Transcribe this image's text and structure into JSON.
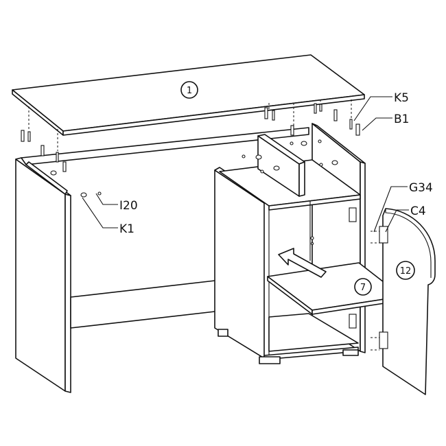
{
  "parts": {
    "top_panel": "1",
    "shelf": "7",
    "door": "12"
  },
  "hardware": {
    "k5": "K5",
    "b1": "B1",
    "i20": "I20",
    "k1": "K1",
    "g34": "G34",
    "c4": "C4"
  },
  "colors": {
    "line": "#111111",
    "background": "#ffffff"
  },
  "icons": {
    "insert_arrow": "arrow-icon"
  }
}
